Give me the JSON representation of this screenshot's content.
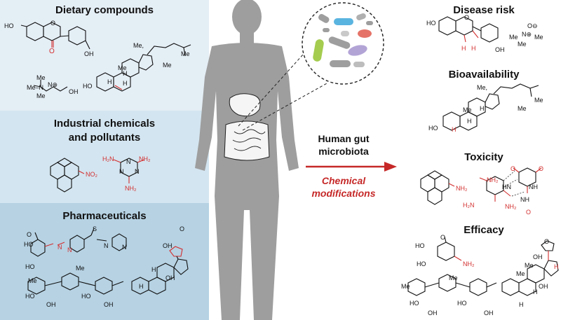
{
  "left_panels": {
    "dietary": {
      "title": "Dietary compounds"
    },
    "industrial": {
      "title_line1": "Industrial chemicals",
      "title_line2": "and pollutants"
    },
    "pharma": {
      "title": "Pharmaceuticals"
    }
  },
  "center": {
    "line1": "Human gut",
    "line2": "microbiota",
    "sub1": "Chemical",
    "sub2": "modifications"
  },
  "right_panels": {
    "disease": {
      "title": "Disease risk"
    },
    "bioavail": {
      "title": "Bioavailability"
    },
    "toxicity": {
      "title": "Toxicity"
    },
    "efficacy": {
      "title": "Efficacy"
    }
  },
  "labels": {
    "ho": "HO",
    "oh": "OH",
    "o": "O",
    "me": "Me",
    "h": "H",
    "nh2": "NH₂",
    "no2": "NO₂",
    "h2n": "H₂N",
    "n": "N",
    "nh": "NH",
    "hn": "HN",
    "s": "S",
    "oplus": "O⊖",
    "nplus": "N⊕",
    "me_n": "Me–N",
    "me2": "Me,"
  },
  "colors": {
    "highlight": "#d32f2f",
    "arrow": "#c62828",
    "silhouette": "#9e9e9e",
    "panel1": "#e4eef5",
    "panel2": "#d3e5f0",
    "panel3": "#b6d2e3"
  }
}
